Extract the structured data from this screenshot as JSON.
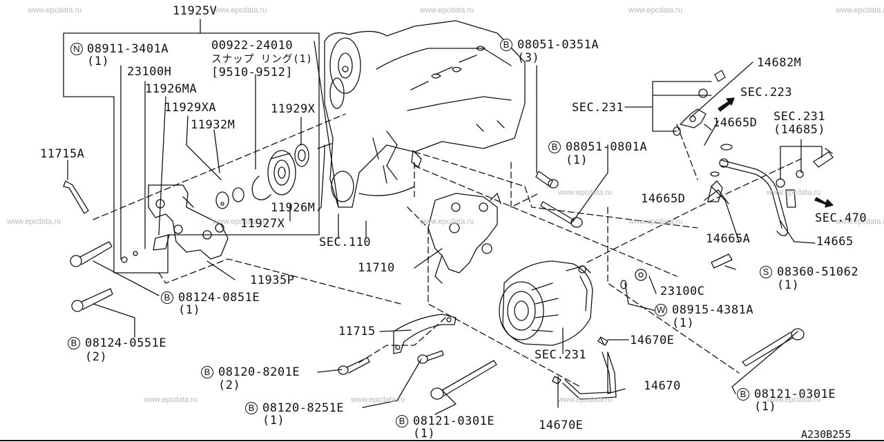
{
  "watermark": "www.epcdata.ru",
  "diagram_code": "A230B255",
  "parts": [
    {
      "id": "p_11925v",
      "text": "11925V"
    },
    {
      "id": "p_08911",
      "prefix": "N",
      "text": "08911-3401A",
      "qty": "(1)"
    },
    {
      "id": "p_00922",
      "text": "00922-24010",
      "note": "スナップ リング(1)",
      "period": "[9510-9512]"
    },
    {
      "id": "p_23100h",
      "text": "23100H"
    },
    {
      "id": "p_11926ma",
      "text": "11926MA"
    },
    {
      "id": "p_11929xa",
      "text": "11929XA"
    },
    {
      "id": "p_11932m",
      "text": "11932M"
    },
    {
      "id": "p_11929x",
      "text": "11929X"
    },
    {
      "id": "p_11715a",
      "text": "11715A"
    },
    {
      "id": "p_11926m",
      "text": "11926M"
    },
    {
      "id": "p_11927x",
      "text": "11927X"
    },
    {
      "id": "p_sec110",
      "text": "SEC.110"
    },
    {
      "id": "p_11710",
      "text": "11710"
    },
    {
      "id": "p_11935p",
      "text": "11935P"
    },
    {
      "id": "p_08124_0851",
      "prefix": "B",
      "text": "08124-0851E",
      "qty": "(1)"
    },
    {
      "id": "p_08124_0551",
      "prefix": "B",
      "text": "08124-0551E",
      "qty": "(2)"
    },
    {
      "id": "p_11715",
      "text": "11715"
    },
    {
      "id": "p_08120_8201",
      "prefix": "B",
      "text": "08120-8201E",
      "qty": "(2)"
    },
    {
      "id": "p_08120_8251",
      "prefix": "B",
      "text": "08120-8251E",
      "qty": "(1)"
    },
    {
      "id": "p_08121_0301_a",
      "prefix": "B",
      "text": "08121-0301E",
      "qty": "(1)"
    },
    {
      "id": "p_08051_0351",
      "prefix": "B",
      "text": "08051-0351A",
      "qty": "(3)"
    },
    {
      "id": "p_08051_0801",
      "prefix": "B",
      "text": "08051-0801A",
      "qty": "(1)"
    },
    {
      "id": "p_sec231_a",
      "text": "SEC.231"
    },
    {
      "id": "p_14682m",
      "text": "14682M"
    },
    {
      "id": "p_sec223",
      "text": "SEC.223"
    },
    {
      "id": "p_14665d_a",
      "text": "14665D"
    },
    {
      "id": "p_sec231_b",
      "text": "SEC.231",
      "sub": "(14685)"
    },
    {
      "id": "p_14665d_b",
      "text": "14665D"
    },
    {
      "id": "p_14665a",
      "text": "14665A"
    },
    {
      "id": "p_sec470",
      "text": "SEC.470"
    },
    {
      "id": "p_14665",
      "text": "14665"
    },
    {
      "id": "p_08360",
      "prefix": "S",
      "text": "08360-51062",
      "qty": "(1)"
    },
    {
      "id": "p_23100c",
      "text": "23100C"
    },
    {
      "id": "p_08915",
      "prefix": "W",
      "text": "08915-4381A",
      "qty": "(1)"
    },
    {
      "id": "p_14670e_a",
      "text": "14670E"
    },
    {
      "id": "p_sec231_c",
      "text": "SEC.231"
    },
    {
      "id": "p_14670",
      "text": "14670"
    },
    {
      "id": "p_14670e_b",
      "text": "14670E"
    },
    {
      "id": "p_08121_0301_b",
      "prefix": "B",
      "text": "08121-0301E",
      "qty": "(1)"
    }
  ]
}
